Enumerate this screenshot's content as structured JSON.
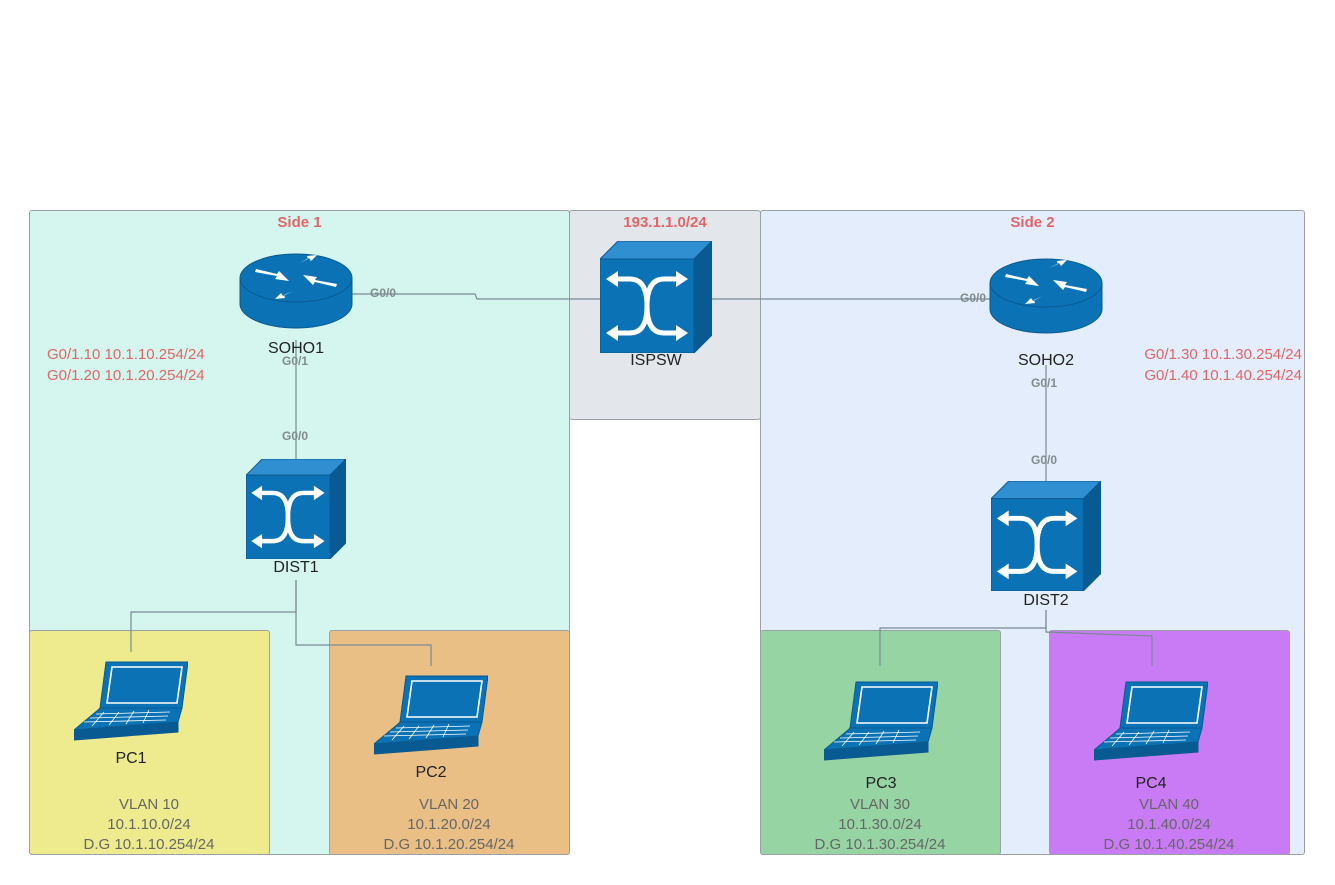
{
  "zones": {
    "side1": {
      "title": "Side 1",
      "color": "#d5f6ef"
    },
    "isp": {
      "title": "193.1.1.0/24",
      "color": "#e3e6ea"
    },
    "side2": {
      "title": "Side 2",
      "color": "#e3edfb"
    },
    "vlan10": {
      "color": "#eeeb8e"
    },
    "vlan20": {
      "color": "#e9bf86"
    },
    "vlan30": {
      "color": "#96d4a3"
    },
    "vlan40": {
      "color": "#c97bf5"
    }
  },
  "devices": {
    "soho1": {
      "label": "SOHO1",
      "icon": "router-icon"
    },
    "ispsw": {
      "label": "ISPSW",
      "icon": "switch-icon"
    },
    "soho2": {
      "label": "SOHO2",
      "icon": "router-icon"
    },
    "dist1": {
      "label": "DIST1",
      "icon": "switch-icon"
    },
    "dist2": {
      "label": "DIST2",
      "icon": "switch-icon"
    },
    "pc1": {
      "label": "PC1",
      "icon": "laptop-icon"
    },
    "pc2": {
      "label": "PC2",
      "icon": "laptop-icon"
    },
    "pc3": {
      "label": "PC3",
      "icon": "laptop-icon"
    },
    "pc4": {
      "label": "PC4",
      "icon": "laptop-icon"
    }
  },
  "ports": {
    "soho1_g00": "G0/0",
    "soho1_g01": "G0/1",
    "dist1_g00": "G0/0",
    "soho2_g00": "G0/0",
    "soho2_g01": "G0/1",
    "dist2_g00": "G0/0"
  },
  "subinterfaces": {
    "side1": [
      "G0/1.10 10.1.10.254/24",
      "G0/1.20 10.1.20.254/24"
    ],
    "side2": [
      "G0/1.30 10.1.30.254/24",
      "G0/1.40 10.1.40.254/24"
    ]
  },
  "vlans": {
    "vlan10": [
      "VLAN 10",
      "10.1.10.0/24",
      "D.G 10.1.10.254/24"
    ],
    "vlan20": [
      "VLAN 20",
      "10.1.20.0/24",
      "D.G 10.1.20.254/24"
    ],
    "vlan30": [
      "VLAN 30",
      "10.1.30.0/24",
      "D.G 10.1.30.254/24"
    ],
    "vlan40": [
      "VLAN 40",
      "10.1.40.0/24",
      "D.G 10.1.40.254/24"
    ]
  },
  "colors": {
    "device_blue": "#0a72b5",
    "link": "#7a8a94",
    "accent_red": "#e06666"
  }
}
